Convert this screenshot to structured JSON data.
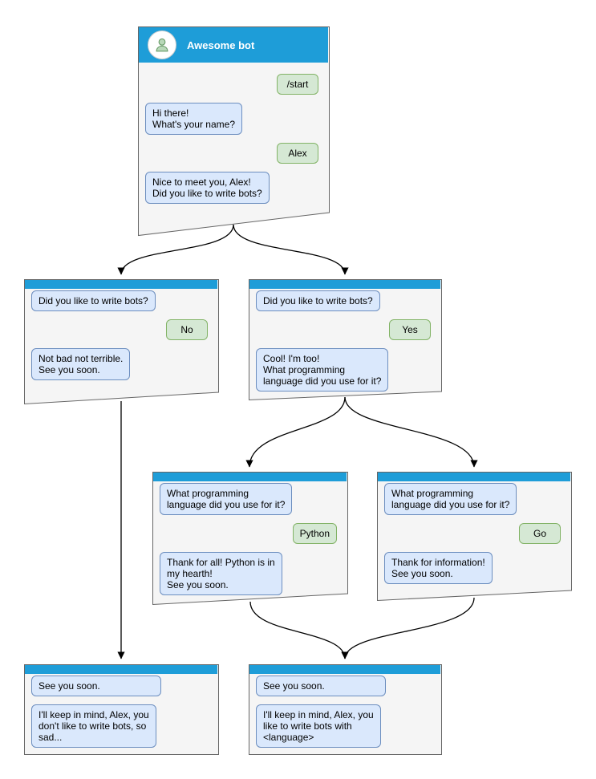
{
  "colors": {
    "header_blue": "#1e9dd8",
    "window_fill": "#f5f5f5",
    "window_border": "#666666",
    "bot_bubble_fill": "#dae8fc",
    "bot_bubble_border": "#6c8ebf",
    "user_bubble_fill": "#d5e8d4",
    "user_bubble_border": "#82b366",
    "arrow": "#000000"
  },
  "windows": {
    "root": {
      "title": "Awesome bot",
      "messages": [
        {
          "from": "user",
          "text": "/start"
        },
        {
          "from": "bot",
          "text": "Hi there!\nWhat's your name?"
        },
        {
          "from": "user",
          "text": "Alex"
        },
        {
          "from": "bot",
          "text": "Nice to meet you, Alex!\nDid you like to write bots?"
        }
      ]
    },
    "branch_no": {
      "messages": [
        {
          "from": "bot",
          "text": "Did you like to write bots?"
        },
        {
          "from": "user",
          "text": "No"
        },
        {
          "from": "bot",
          "text": "Not bad not terrible.\nSee you soon."
        }
      ]
    },
    "branch_yes": {
      "messages": [
        {
          "from": "bot",
          "text": "Did you like to write bots?"
        },
        {
          "from": "user",
          "text": "Yes"
        },
        {
          "from": "bot",
          "text": "Cool! I'm too!\nWhat programming\nlanguage did you use for it?"
        }
      ]
    },
    "branch_python": {
      "messages": [
        {
          "from": "bot",
          "text": "What programming\nlanguage did you use for it?"
        },
        {
          "from": "user",
          "text": "Python"
        },
        {
          "from": "bot",
          "text": "Thank for all! Python is in\nmy hearth!\nSee you soon."
        }
      ]
    },
    "branch_go": {
      "messages": [
        {
          "from": "bot",
          "text": "What programming\nlanguage did you use for it?"
        },
        {
          "from": "user",
          "text": "Go"
        },
        {
          "from": "bot",
          "text": "Thank for information!\nSee you soon."
        }
      ]
    },
    "end_no": {
      "messages": [
        {
          "from": "bot",
          "text": "See you soon."
        },
        {
          "from": "bot",
          "text": "I'll keep in mind, Alex, you\ndon't like to write bots, so\nsad..."
        }
      ]
    },
    "end_yes": {
      "messages": [
        {
          "from": "bot",
          "text": "See you soon."
        },
        {
          "from": "bot",
          "text": "I'll keep in mind, Alex, you\nlike to write bots with\n<language>"
        }
      ]
    }
  },
  "edges": [
    {
      "from": "root",
      "to": "branch_no"
    },
    {
      "from": "root",
      "to": "branch_yes"
    },
    {
      "from": "branch_yes",
      "to": "branch_python"
    },
    {
      "from": "branch_yes",
      "to": "branch_go"
    },
    {
      "from": "branch_no",
      "to": "end_no"
    },
    {
      "from": "branch_python",
      "to": "end_yes"
    },
    {
      "from": "branch_go",
      "to": "end_yes"
    }
  ]
}
